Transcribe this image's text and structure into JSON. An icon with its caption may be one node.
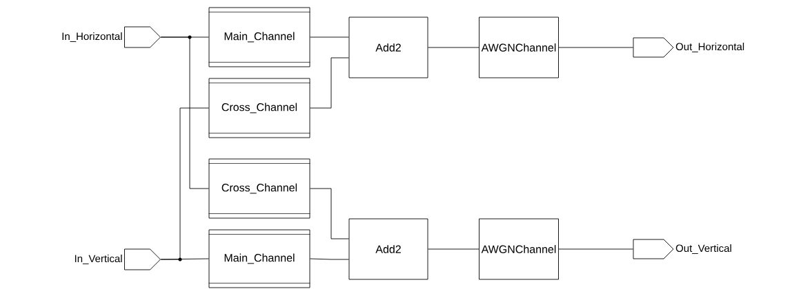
{
  "diagram": {
    "nodes": [
      {
        "text": [
          "In_Horizontal"
        ]
      },
      {
        "text": [
          "In_Vertical"
        ]
      },
      {
        "text": [
          "Main_Channel"
        ]
      },
      {
        "text": [
          "Cross_Channel"
        ]
      },
      {
        "text": [
          "Cross_Channel"
        ]
      },
      {
        "text": [
          "Main_Channel"
        ]
      },
      {
        "text": [
          "Add2"
        ]
      },
      {
        "text": [
          "Add2"
        ]
      },
      {
        "text": [
          "AWGNChannel"
        ]
      },
      {
        "text": [
          "AWGNChannel"
        ]
      },
      {
        "text": [
          "Out_Horizontal"
        ]
      },
      {
        "text": [
          "Out_Vertical"
        ]
      }
    ],
    "edges": [
      {
        "from": 0,
        "to": 2,
        "arrow": "none"
      },
      {
        "from": 0,
        "to": 4,
        "arrow": "none"
      },
      {
        "from": 1,
        "to": 3,
        "arrow": "none"
      },
      {
        "from": 1,
        "to": 5,
        "arrow": "none"
      },
      {
        "from": 2,
        "to": 6,
        "arrow": "none"
      },
      {
        "from": 3,
        "to": 6,
        "arrow": "none"
      },
      {
        "from": 4,
        "to": 7,
        "arrow": "none"
      },
      {
        "from": 5,
        "to": 7,
        "arrow": "none"
      },
      {
        "from": 6,
        "to": 8,
        "arrow": "none"
      },
      {
        "from": 7,
        "to": 9,
        "arrow": "none"
      },
      {
        "from": 8,
        "to": 10,
        "arrow": "none"
      },
      {
        "from": 9,
        "to": 11,
        "arrow": "none"
      }
    ]
  }
}
